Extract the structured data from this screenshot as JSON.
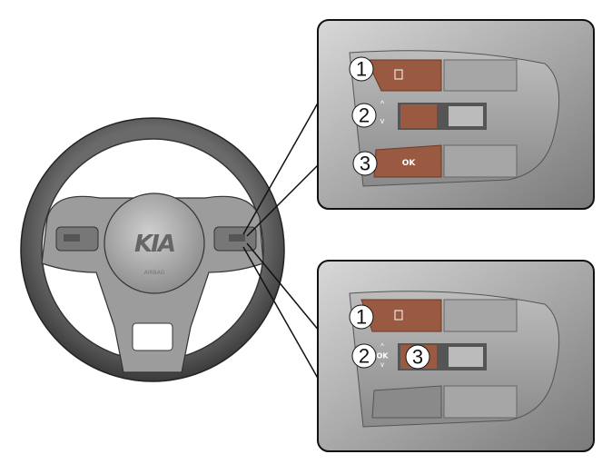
{
  "figure": {
    "wheel": {
      "logo": "KIA",
      "airbag_label": "AIRBAG"
    },
    "top_detail": {
      "callouts": [
        "1",
        "2",
        "3"
      ],
      "ok_button_label": "OK",
      "button_color": "#9a5a42"
    },
    "bottom_detail": {
      "callouts": [
        "1",
        "2",
        "3"
      ],
      "ok_label": "OK",
      "button_color": "#9a5a42"
    }
  }
}
